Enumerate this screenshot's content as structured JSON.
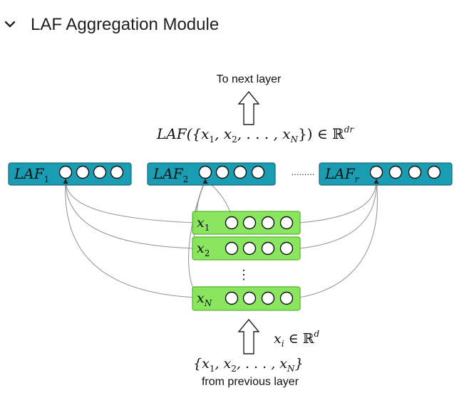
{
  "section": {
    "title": "LAF Aggregation Module",
    "toggle_icon": "chevron-down-icon"
  },
  "diagram": {
    "top_caption": "To next layer",
    "output_formula": {
      "lhs": "LAF({x",
      "sub1": "1",
      "mid1": ", x",
      "sub2": "2",
      "mid2": ", . . . , x",
      "subN": "N",
      "rhs": "}) ∈ ℝ",
      "sup": "dr"
    },
    "laf_units": [
      {
        "base": "LAF",
        "sub": "1"
      },
      {
        "base": "LAF",
        "sub": "2"
      },
      {
        "base": "LAF",
        "sub": "r"
      }
    ],
    "laf_ellipsis": "………",
    "inputs": [
      {
        "base": "x",
        "sub": "1"
      },
      {
        "base": "x",
        "sub": "2"
      },
      {
        "base": "x",
        "sub": "N"
      }
    ],
    "input_ellipsis": "⋮",
    "input_space": {
      "base": "x",
      "sub": "i",
      "rel": " ∈ ℝ",
      "sup": "d"
    },
    "input_set": {
      "open": "{x",
      "s1": "1",
      "m1": ", x",
      "s2": "2",
      "m2": ", . . . , x",
      "sN": "N",
      "close": "}"
    },
    "bottom_caption": "from previous layer",
    "colors": {
      "laf_fill": "#1a9db3",
      "laf_stroke": "#146b7a",
      "input_fill": "#7de34e",
      "input_stroke": "#55b52e",
      "edge": "#9a9a9a"
    }
  }
}
